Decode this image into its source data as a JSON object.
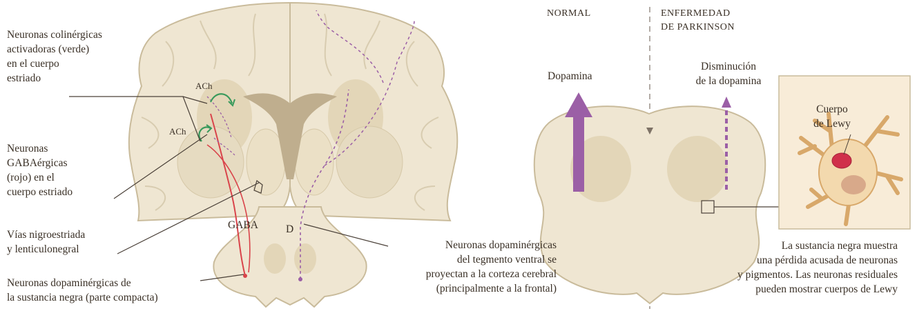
{
  "labels": {
    "cholinergic": [
      "Neuronas colinérgicas",
      "activadoras (verde)",
      "en el cuerpo",
      "estriado"
    ],
    "gabaergic": [
      "Neuronas",
      "GABAérgicas",
      "(rojo) en el",
      "cuerpo estriado"
    ],
    "pathways": [
      "Vías nigroestriada",
      "y lenticulonegral"
    ],
    "nigra_neurons": [
      "Neuronas dopaminérgicas de",
      "la sustancia negra (parte compacta)"
    ],
    "vta_neurons": [
      "Neuronas dopaminérgicas",
      "del tegmento ventral se",
      "proyectan a la corteza cerebral",
      "(principalmente a la frontal)"
    ],
    "ach_top": "ACh",
    "ach_bottom": "ACh",
    "gaba": "GABA",
    "d": "D"
  },
  "panels": {
    "normal": "NORMAL",
    "parkinson": [
      "ENFERMEDAD",
      "DE PARKINSON"
    ],
    "dopamine_normal": "Dopamina",
    "dopamine_reduced": [
      "Disminución",
      "de la dopamina"
    ],
    "lewy": [
      "Cuerpo",
      "de Lewy"
    ],
    "description": [
      "La sustancia negra muestra",
      "una pérdida acusada de neuronas",
      "y pigmentos. Las neuronas residuales",
      "pueden mostrar cuerpos de Lewy"
    ]
  },
  "colors": {
    "brain_fill": "#efe6d2",
    "brain_edge": "#c9bb9b",
    "brain_inner": "#e3d6b8",
    "ventricle": "#bfae8e",
    "purple": "#9b5fa6",
    "red": "#d9434a",
    "green": "#3a9a5c",
    "leader": "#4a4038",
    "neuron_fill": "#f3d9ae",
    "neuron_edge": "#d8a86a",
    "lewy_body": "#d0304a"
  }
}
